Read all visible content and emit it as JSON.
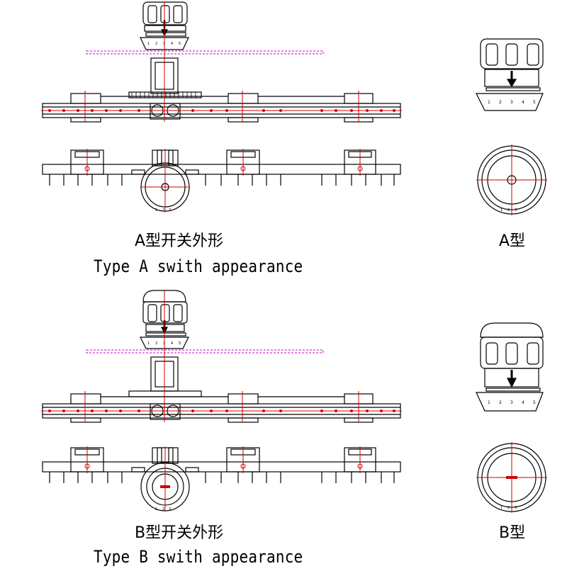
{
  "figure": {
    "type_a": {
      "caption_cn": "A型开关外形",
      "caption_en": "Type A swith appearance",
      "side_label": "A型"
    },
    "type_b": {
      "caption_cn": "B型开关外形",
      "caption_en": "Type B swith appearance",
      "side_label": "B型"
    },
    "dial_scale": [
      "1",
      "2",
      "3",
      "4",
      "5"
    ],
    "colors": {
      "line": "#000000",
      "centerline": "#d00000",
      "guide": "#d000d0"
    }
  }
}
